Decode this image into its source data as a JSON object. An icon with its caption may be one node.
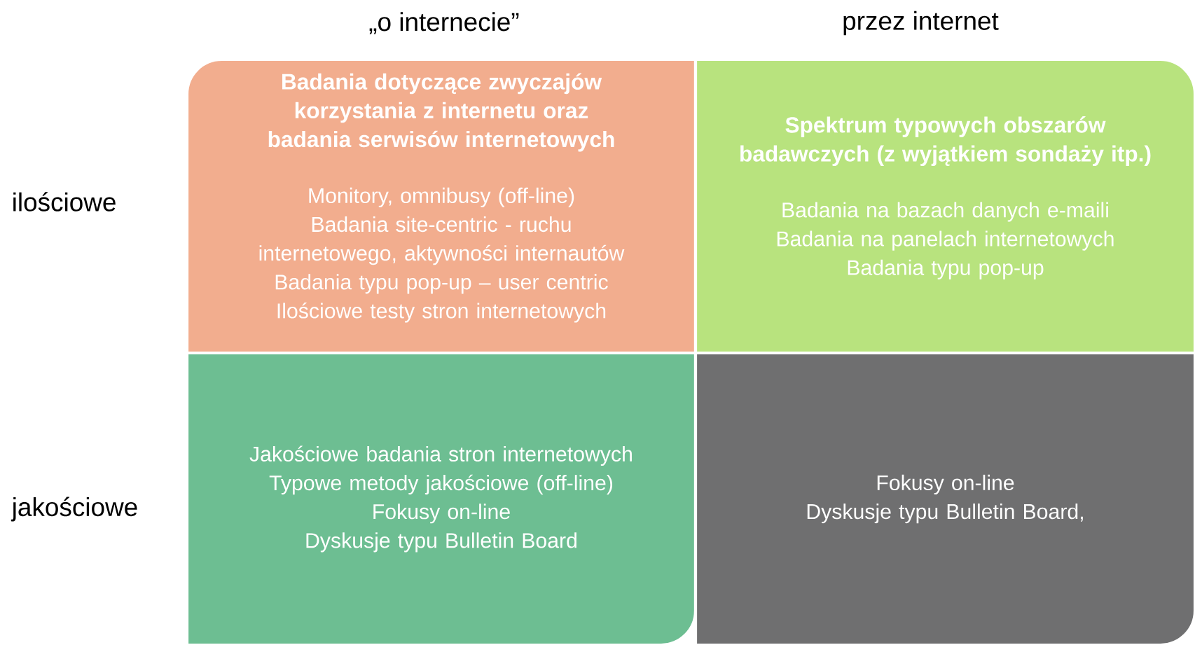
{
  "diagram": {
    "nodes": [
      {
        "text": [
          "Badania dotyczące zwyczajów korzystania z internetu oraz badania serwisów internetowych",
          "Monitory, omnibusy (off-line)",
          "Badania site-centric - ruchu internetowego, aktywności internautów",
          "Badania typu pop-up – user centric",
          "Ilościowe testy stron internetowych"
        ]
      },
      {
        "text": [
          "Spektrum typowych obszarów badawczych (z wyjątkiem sondaży itp.)",
          "Badania na bazach danych e-maili",
          "Badania na panelach internetowych",
          "Badania typu pop-up"
        ]
      },
      {
        "text": [
          "Jakościowe badania stron internetowych",
          "Typowe metody jakościowe (off-line)",
          "Fokusy on-line",
          "Dyskusje typu Bulletin Board"
        ]
      },
      {
        "text": [
          "Fokusy on-line",
          "Dyskusje typu Bulletin Board,"
        ]
      }
    ],
    "labels": [
      "„o internecie”",
      "przez internet",
      "ilościowe",
      "jakościowe"
    ]
  }
}
